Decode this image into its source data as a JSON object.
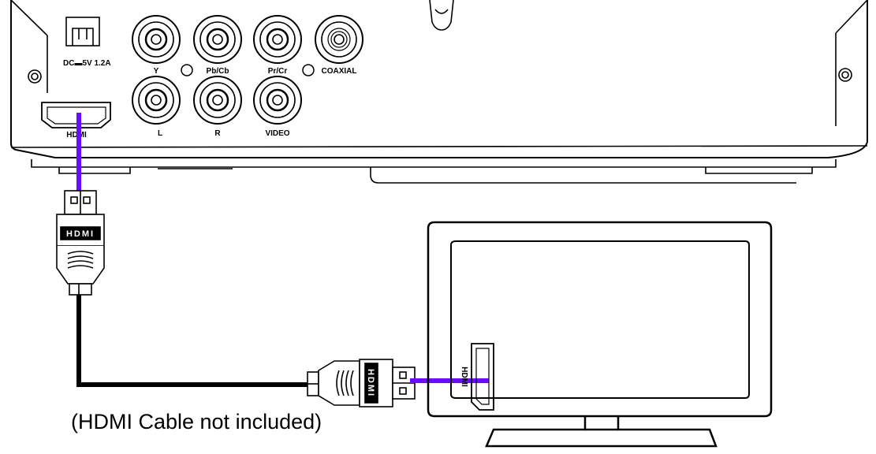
{
  "player_panel": {
    "power_label": "DC▬5V 1.2A",
    "jack_labels": {
      "y": "Y",
      "pb_cb": "Pb/Cb",
      "pr_cr": "Pr/Cr",
      "coaxial": "COAXIAL",
      "audio_l": "L",
      "audio_r": "R",
      "video": "VIDEO"
    },
    "hdmi_port_label": "HDMI"
  },
  "cable": {
    "plug_label": "HDMI",
    "highlight_color": "#6a0dff",
    "wire_color": "#000000"
  },
  "tv": {
    "hdmi_port_label": "HDMI"
  },
  "caption": "(HDMI Cable not included)"
}
